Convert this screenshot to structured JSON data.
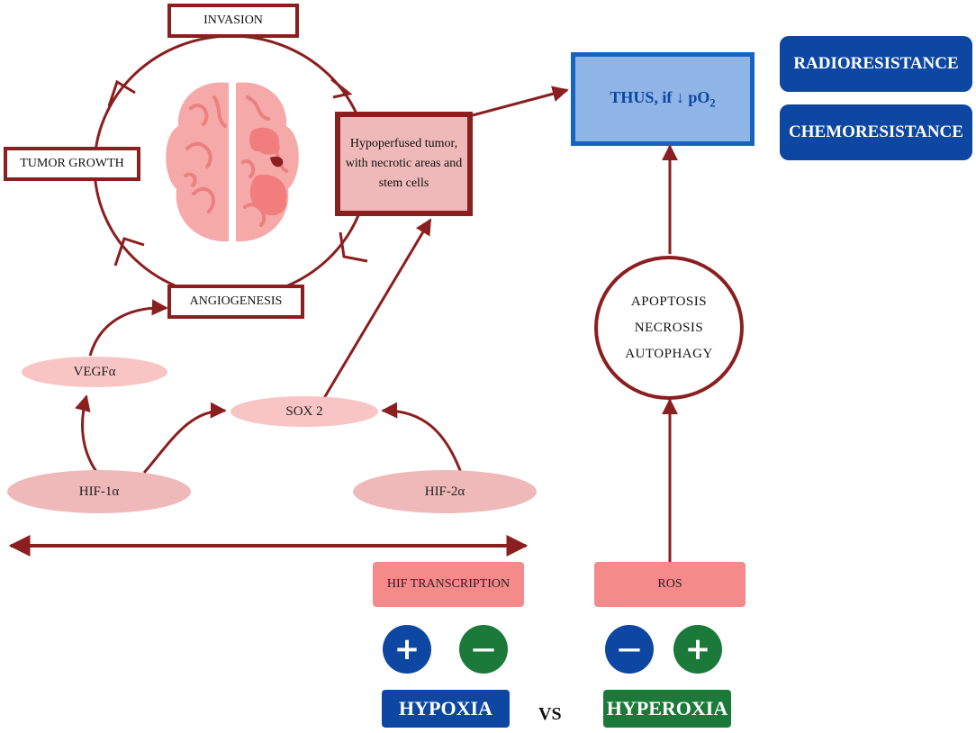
{
  "cycle": {
    "invasion": "INVASION",
    "tumor_growth": "TUMOR GROWTH",
    "angiogenesis": "ANGIOGENESIS"
  },
  "tumor_box": {
    "line1": "Hypoperfused tumor,",
    "line2": "with necrotic areas and",
    "line3": "stem cells"
  },
  "thus_box": {
    "text": "THUS, if ↓ pO",
    "subscript": "2"
  },
  "resistance": {
    "radio": "RADIORESISTANCE",
    "chemo": "CHEMORESISTANCE"
  },
  "factors": {
    "vegf": "VEGFα",
    "sox2": "SOX 2",
    "hif1": "HIF-1α",
    "hif2": "HIF-2α"
  },
  "death_circle": {
    "line1": "APOPTOSIS",
    "line2": "NECROSIS",
    "line3": "AUTOPHAGY"
  },
  "pills": {
    "hif_transcription": "HIF TRANSCRIPTION",
    "ros": "ROS"
  },
  "signs": {
    "plus": "+",
    "minus": "—"
  },
  "conditions": {
    "hypoxia": "HYPOXIA",
    "vs": "VS",
    "hyperoxia": "HYPEROXIA"
  },
  "colors": {
    "dark_red": "#8b1e1e",
    "blue": "#0d47a1",
    "green": "#1b7a3a",
    "pink_pill": "#f48a8a",
    "light_pink": "#f8c4c4",
    "light_blue": "#8fb4e6"
  }
}
